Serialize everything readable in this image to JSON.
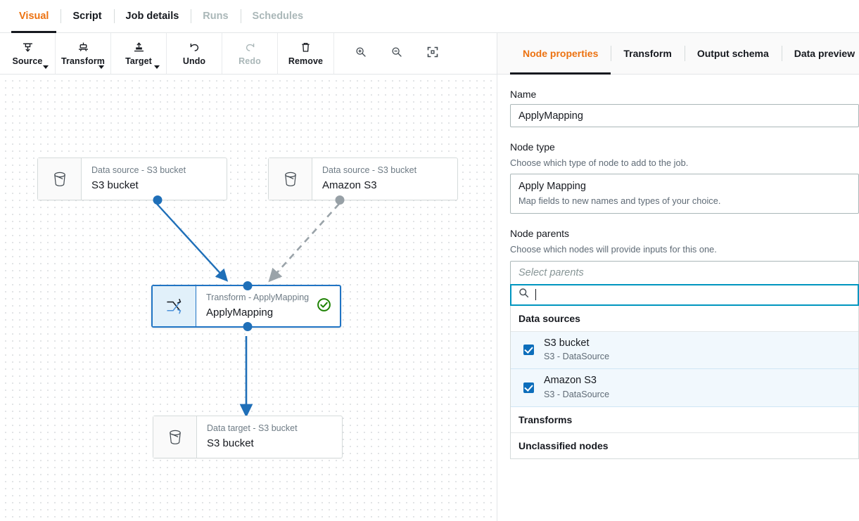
{
  "top_tabs": [
    {
      "label": "Visual",
      "state": "active"
    },
    {
      "label": "Script",
      "state": "normal"
    },
    {
      "label": "Job details",
      "state": "normal"
    },
    {
      "label": "Runs",
      "state": "disabled"
    },
    {
      "label": "Schedules",
      "state": "disabled"
    }
  ],
  "toolbar": {
    "buttons": [
      {
        "label": "Source",
        "icon": "source-icon",
        "caret": true,
        "disabled": false
      },
      {
        "label": "Transform",
        "icon": "transform-icon",
        "caret": true,
        "disabled": false
      },
      {
        "label": "Target",
        "icon": "target-icon",
        "caret": true,
        "disabled": false
      },
      {
        "label": "Undo",
        "icon": "undo-icon",
        "caret": false,
        "disabled": false
      },
      {
        "label": "Redo",
        "icon": "redo-icon",
        "caret": false,
        "disabled": true
      },
      {
        "label": "Remove",
        "icon": "trash-icon",
        "caret": false,
        "disabled": false
      }
    ],
    "zoom_controls": [
      {
        "icon": "zoom-in-icon"
      },
      {
        "icon": "zoom-out-icon"
      },
      {
        "icon": "fit-screen-icon"
      }
    ]
  },
  "canvas": {
    "nodes": [
      {
        "id": "source-s3-bucket",
        "subtitle": "Data source - S3 bucket",
        "title": "S3 bucket",
        "icon": "s3-bucket-icon",
        "selected": false,
        "badge": null
      },
      {
        "id": "source-amazon-s3",
        "subtitle": "Data source - S3 bucket",
        "title": "Amazon S3",
        "icon": "s3-bucket-icon",
        "selected": false,
        "badge": null
      },
      {
        "id": "transform-applymapping",
        "subtitle": "Transform - ApplyMapping",
        "title": "ApplyMapping",
        "icon": "apply-mapping-icon",
        "selected": true,
        "badge": "check-circle-icon"
      },
      {
        "id": "target-s3-bucket",
        "subtitle": "Data target - S3 bucket",
        "title": "S3 bucket",
        "icon": "s3-bucket-icon",
        "selected": false,
        "badge": null
      }
    ],
    "edges": [
      {
        "from": "source-s3-bucket",
        "to": "transform-applymapping",
        "style": "solid",
        "color": "#1f6fb8"
      },
      {
        "from": "source-amazon-s3",
        "to": "transform-applymapping",
        "style": "dashed",
        "color": "#9aa3a9"
      },
      {
        "from": "transform-applymapping",
        "to": "target-s3-bucket",
        "style": "solid",
        "color": "#1f6fb8"
      }
    ]
  },
  "panel": {
    "tabs": [
      {
        "label": "Node properties",
        "state": "active"
      },
      {
        "label": "Transform",
        "state": "normal"
      },
      {
        "label": "Output schema",
        "state": "normal"
      },
      {
        "label": "Data preview",
        "state": "normal"
      }
    ],
    "name_field": {
      "label": "Name",
      "value": "ApplyMapping"
    },
    "node_type": {
      "label": "Node type",
      "description": "Choose which type of node to add to the job.",
      "selected_title": "Apply Mapping",
      "selected_desc": "Map fields to new names and types of your choice."
    },
    "node_parents": {
      "label": "Node parents",
      "description": "Choose which nodes will provide inputs for this one.",
      "placeholder": "Select parents",
      "search_value": "",
      "groups": [
        {
          "label": "Data sources",
          "options": [
            {
              "title": "S3 bucket",
              "subtitle": "S3 - DataSource",
              "checked": true
            },
            {
              "title": "Amazon S3",
              "subtitle": "S3 - DataSource",
              "checked": true
            }
          ]
        },
        {
          "label": "Transforms",
          "options": []
        },
        {
          "label": "Unclassified nodes",
          "options": []
        }
      ]
    }
  },
  "colors": {
    "accent_orange": "#ec7211",
    "edge_blue": "#1f6fb8",
    "edge_gray": "#9aa3a9",
    "focus_teal": "#0095bf",
    "checkbox_blue": "#0d6ebb",
    "status_green": "#1d8102"
  }
}
